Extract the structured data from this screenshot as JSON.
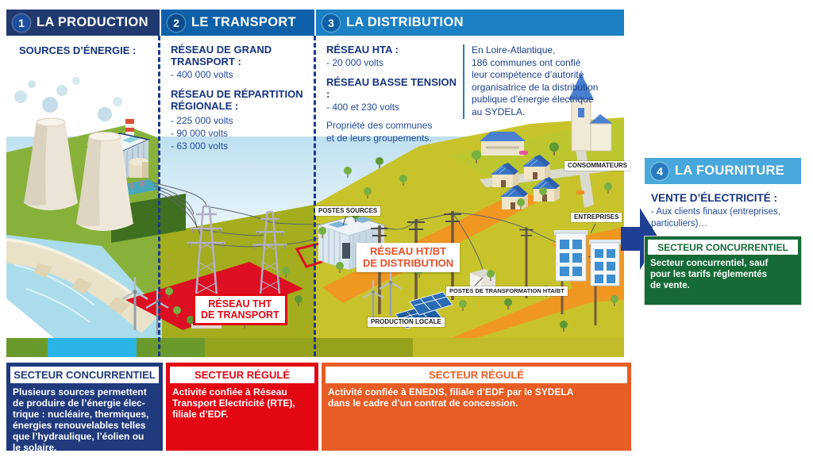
{
  "sections": {
    "production": {
      "number": "1",
      "title": "LA PRODUCTION",
      "subtitle": "SOURCES D’ÉNERGIE :",
      "sector_box": {
        "header": "SECTEUR CONCURRENTIEL",
        "body": "Plusieurs sources permettent\nde produire de l’énergie élec-\ntrique : nucléaire, thermiques,\nénergies renouvelables telles\nque l’hydraulique, l’éolien ou\nle solaire."
      }
    },
    "transport": {
      "number": "2",
      "title": "LE TRANSPORT",
      "block1_title": "RÉSEAU DE GRAND\nTRANSPORT :",
      "block1_item": "- 400 000 volts",
      "block2_title": "RÉSEAU DE RÉPARTITION\nRÉGIONALE :",
      "block2_items": "- 225 000 volts\n- 90 000 volts\n- 63 000 volts",
      "sector_box": {
        "header": "SECTEUR RÉGULÉ",
        "body": "Activité confiée à Réseau\nTransport Electricité (RTE),\nfiliale d’EDF."
      }
    },
    "distribution": {
      "number": "3",
      "title": "LA DISTRIBUTION",
      "block1_title": "RÉSEAU HTA :",
      "block1_item": "- 20 000 volts",
      "block2_title": "RÉSEAU BASSE TENSION :",
      "block2_item": "- 400 et 230 volts",
      "note": "Propriété des communes\net de leurs groupements.",
      "aside": "En Loire-Atlantique,\n186 communes ont confié\nleur compétence d’autorité\norganisatrice de la distribution\npublique d’énergie électrique\nau SYDELA.",
      "sector_box": {
        "header": "SECTEUR RÉGULÉ",
        "body": "Activité confiée à ENEDIS, filiale d’EDF par le SYDELA\ndans le cadre d’un contrat de concession."
      }
    },
    "fourniture": {
      "number": "4",
      "title": "LA FOURNITURE",
      "block_title": "VENTE D’ÉLECTRICITÉ :",
      "block_items": "- Aux clients finaux (entreprises,\nparticuliers)…",
      "sector_box": {
        "header": "SECTEUR CONCURRENTIEL",
        "body": "Secteur concurrentiel, sauf\npour les tarifs réglementés\nde vente."
      }
    }
  },
  "illustration": {
    "labels": {
      "postes_sources": "POSTES SOURCES",
      "consommateurs": "CONSOMMATEURS",
      "entreprises": "ENTREPRISES",
      "postes_transformation": "POSTES DE TRANSFORMATION HTA/BT",
      "production_locale": "PRODUCTION LOCALE",
      "reseau_tht": "RÉSEAU THT\nDE TRANSPORT",
      "reseau_htbt": "RÉSEAU HT/BT\nDE DISTRIBUTION"
    }
  },
  "colors": {
    "header_production": "#203a70",
    "header_transport": "#0e61a9",
    "header_distribution": "#1b80c4",
    "header_fourniture": "#48a7db",
    "text_navy": "#16337f",
    "sector_red": "#e30613",
    "sector_orange": "#e85d25",
    "sector_green": "#156b37",
    "arrow_navy": "#1d3f94"
  }
}
